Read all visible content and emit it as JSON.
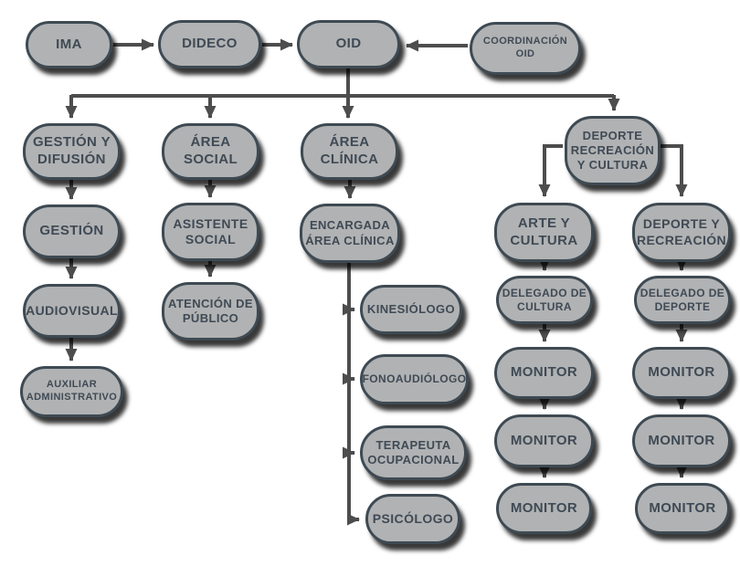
{
  "diagram": {
    "type": "org-chart",
    "colors": {
      "background": "#ffffff",
      "node_fill": "#b1b2b3",
      "node_border": "#3e4a53",
      "node_text": "#3f4a55",
      "arrow": "#4d4d4d"
    },
    "nodes": {
      "ima": {
        "label": "IMA"
      },
      "dideco": {
        "label": "DIDECO"
      },
      "oid": {
        "label": "OID"
      },
      "coordinacion_oid": {
        "label": "COORDINACIÓN\nOID"
      },
      "gestion_difusion": {
        "label": "GESTIÓN Y\nDIFUSIÓN"
      },
      "area_social": {
        "label": "ÁREA\nSOCIAL"
      },
      "area_clinica": {
        "label": "ÁREA\nCLÍNICA"
      },
      "deporte_recreacion_cultura": {
        "label": "DEPORTE\nRECREACIÓN\nY CULTURA"
      },
      "gestion": {
        "label": "GESTIÓN"
      },
      "asistente_social": {
        "label": "ASISTENTE\nSOCIAL"
      },
      "encargada_area_clinica": {
        "label": "ENCARGADA\nÁREA CLÍNICA"
      },
      "arte_cultura": {
        "label": "ARTE Y\nCULTURA"
      },
      "deporte_recreacion": {
        "label": "DEPORTE Y\nRECREACIÓN"
      },
      "audiovisual": {
        "label": "AUDIOVISUAL"
      },
      "atencion_publico": {
        "label": "ATENCIÓN DE\nPÚBLICO"
      },
      "delegado_cultura": {
        "label": "DELEGADO DE\nCULTURA"
      },
      "delegado_deporte": {
        "label": "DELEGADO DE\nDEPORTE"
      },
      "auxiliar_administrativo": {
        "label": "AUXILIAR\nADMINISTRATIVO"
      },
      "kinesiologo": {
        "label": "KINESIÓLOGO"
      },
      "fonoaudiologo": {
        "label": "FONOAUDIÓLOGO"
      },
      "terapeuta_ocupacional": {
        "label": "TERAPEUTA\nOCUPACIONAL"
      },
      "psicologo": {
        "label": "PSICÓLOGO"
      },
      "monitor_cultura_1": {
        "label": "MONITOR"
      },
      "monitor_cultura_2": {
        "label": "MONITOR"
      },
      "monitor_cultura_3": {
        "label": "MONITOR"
      },
      "monitor_deporte_1": {
        "label": "MONITOR"
      },
      "monitor_deporte_2": {
        "label": "MONITOR"
      },
      "monitor_deporte_3": {
        "label": "MONITOR"
      }
    },
    "edges": [
      {
        "from": "ima",
        "to": "dideco"
      },
      {
        "from": "dideco",
        "to": "oid"
      },
      {
        "from": "coordinacion_oid",
        "to": "oid"
      },
      {
        "from": "oid",
        "to": "gestion_difusion"
      },
      {
        "from": "oid",
        "to": "area_social"
      },
      {
        "from": "oid",
        "to": "area_clinica"
      },
      {
        "from": "oid",
        "to": "deporte_recreacion_cultura"
      },
      {
        "from": "gestion_difusion",
        "to": "gestion"
      },
      {
        "from": "gestion",
        "to": "audiovisual"
      },
      {
        "from": "audiovisual",
        "to": "auxiliar_administrativo"
      },
      {
        "from": "area_social",
        "to": "asistente_social"
      },
      {
        "from": "asistente_social",
        "to": "atencion_publico"
      },
      {
        "from": "area_clinica",
        "to": "encargada_area_clinica"
      },
      {
        "from": "encargada_area_clinica",
        "to": "kinesiologo"
      },
      {
        "from": "encargada_area_clinica",
        "to": "fonoaudiologo"
      },
      {
        "from": "encargada_area_clinica",
        "to": "terapeuta_ocupacional"
      },
      {
        "from": "encargada_area_clinica",
        "to": "psicologo"
      },
      {
        "from": "deporte_recreacion_cultura",
        "to": "arte_cultura"
      },
      {
        "from": "deporte_recreacion_cultura",
        "to": "deporte_recreacion"
      },
      {
        "from": "arte_cultura",
        "to": "delegado_cultura"
      },
      {
        "from": "delegado_cultura",
        "to": "monitor_cultura_1"
      },
      {
        "from": "monitor_cultura_1",
        "to": "monitor_cultura_2"
      },
      {
        "from": "monitor_cultura_2",
        "to": "monitor_cultura_3"
      },
      {
        "from": "deporte_recreacion",
        "to": "delegado_deporte"
      },
      {
        "from": "delegado_deporte",
        "to": "monitor_deporte_1"
      },
      {
        "from": "monitor_deporte_1",
        "to": "monitor_deporte_2"
      },
      {
        "from": "monitor_deporte_2",
        "to": "monitor_deporte_3"
      }
    ]
  }
}
